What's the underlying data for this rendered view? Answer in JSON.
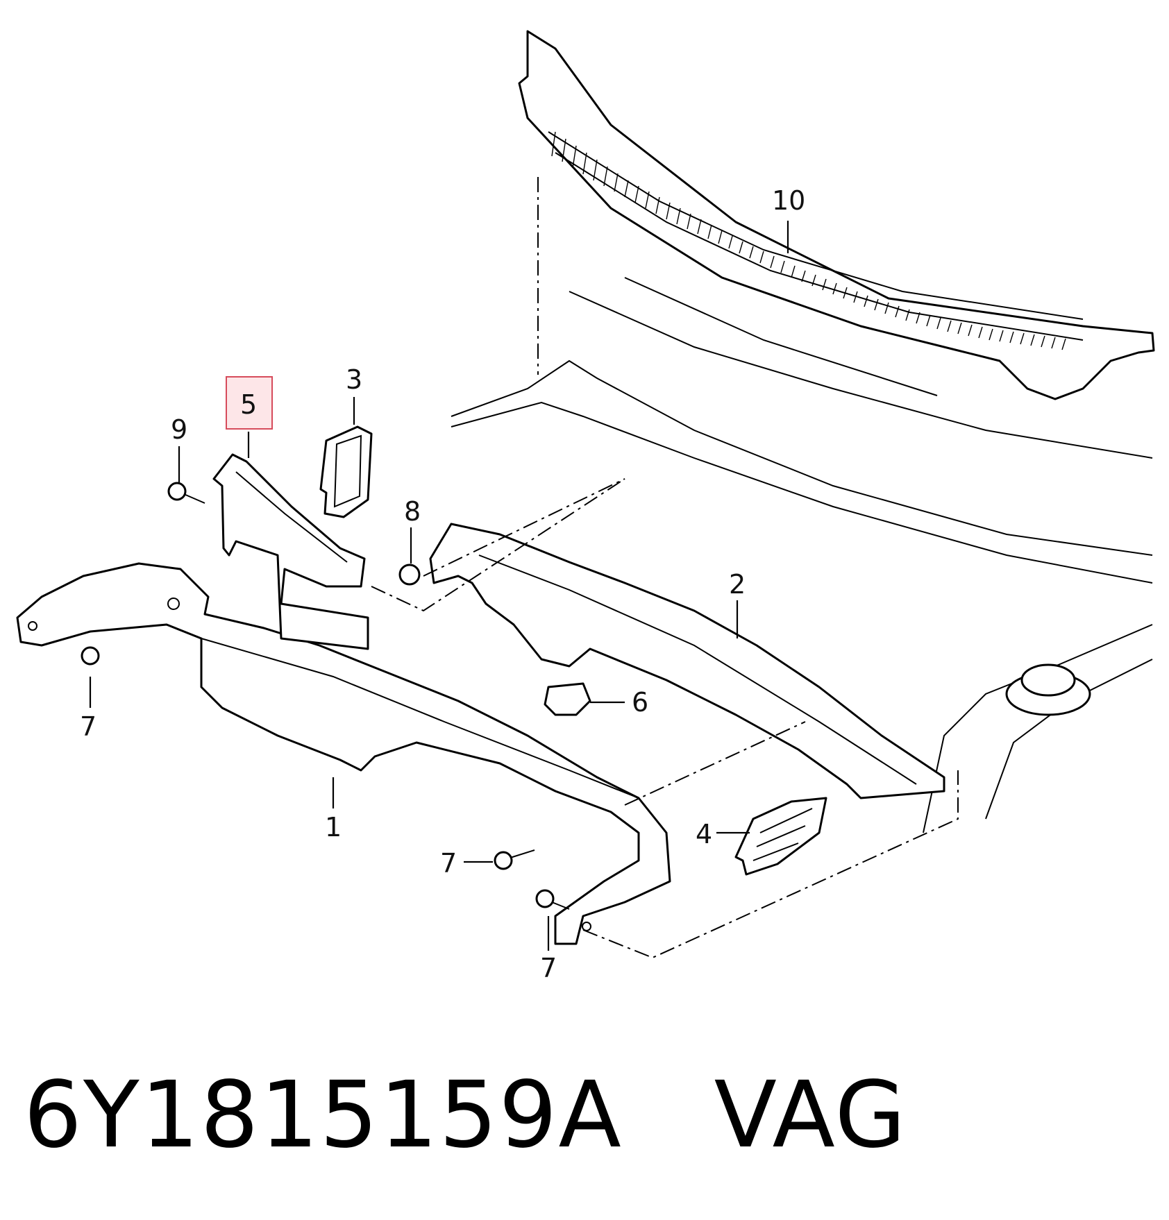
{
  "diagram": {
    "callouts": [
      {
        "id": "10",
        "label": "10"
      },
      {
        "id": "3",
        "label": "3"
      },
      {
        "id": "5",
        "label": "5",
        "highlighted": true
      },
      {
        "id": "9",
        "label": "9"
      },
      {
        "id": "8",
        "label": "8"
      },
      {
        "id": "2",
        "label": "2"
      },
      {
        "id": "6",
        "label": "6"
      },
      {
        "id": "7a",
        "label": "7"
      },
      {
        "id": "1",
        "label": "1"
      },
      {
        "id": "4",
        "label": "4"
      },
      {
        "id": "7b",
        "label": "7"
      },
      {
        "id": "7c",
        "label": "7"
      }
    ],
    "highlight_color": "#d64b5b"
  },
  "caption": {
    "part_number": "6Y1815159A",
    "brand": "VAG"
  }
}
